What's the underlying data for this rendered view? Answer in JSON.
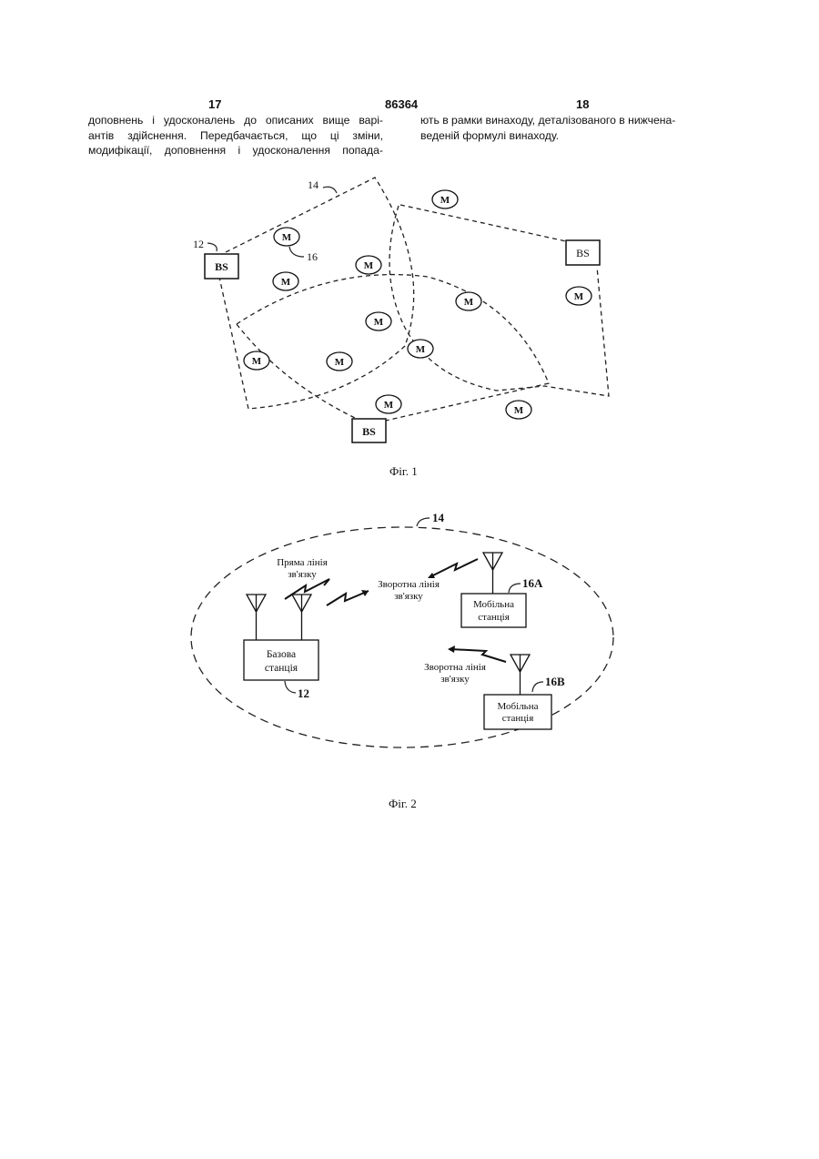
{
  "header": {
    "page_left": "17",
    "patent_number": "86364",
    "page_right": "18"
  },
  "text_left": [
    "доповнень і удосконалень до описаних вище варі-",
    "антів здійснення. Передбачається, що ці зміни,",
    "модифікації, доповнення і удосконалення попада-"
  ],
  "text_right": [
    "ють в рамки винаходу, деталізованого в нижчена-",
    "веденій формулі винаходу."
  ],
  "fig1": {
    "caption": "Фіг. 1",
    "ref_coverage": "14",
    "ref_base": "12",
    "ref_mobile": "16",
    "base_label": "BS",
    "mobile_label": "M"
  },
  "fig2": {
    "caption": "Фіг. 2",
    "ref_area": "14",
    "forward_link": [
      "Пряма лінія",
      "зв'язку"
    ],
    "reverse_link_1": [
      "Зворотна лінія",
      "зв'язку"
    ],
    "reverse_link_2": [
      "Зворотна лінія",
      "зв'язку"
    ],
    "base_station": [
      "Базова",
      "станція"
    ],
    "ref_base": "12",
    "mobile_a": [
      "Мобільна",
      "станція"
    ],
    "ref_mobile_a": "16A",
    "mobile_b": [
      "Мобільна",
      "станція"
    ],
    "ref_mobile_b": "16B"
  }
}
